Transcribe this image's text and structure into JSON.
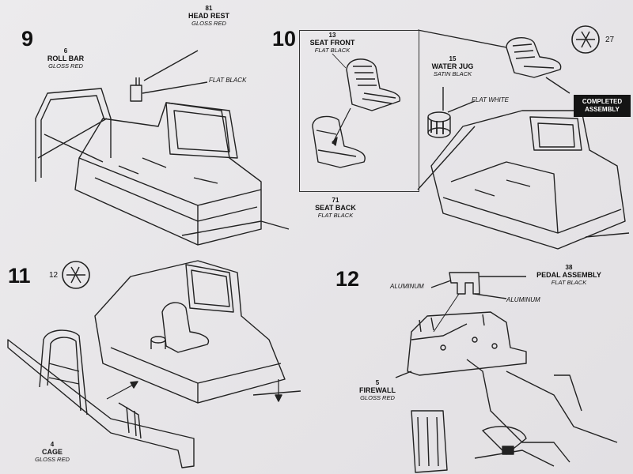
{
  "steps": {
    "s9": {
      "number": "9",
      "head_rest": {
        "num": "81",
        "name": "HEAD REST",
        "finish": "GLOSS RED"
      },
      "roll_bar": {
        "num": "6",
        "name": "ROLL BAR",
        "finish": "GLOSS RED"
      },
      "note": "FLAT BLACK"
    },
    "s10": {
      "number": "10",
      "seat_front": {
        "num": "13",
        "name": "SEAT FRONT",
        "finish": "FLAT BLACK"
      },
      "seat_back": {
        "num": "71",
        "name": "SEAT BACK",
        "finish": "FLAT BLACK"
      },
      "water_jug": {
        "num": "15",
        "name": "WATER JUG",
        "finish": "SATIN BLACK"
      },
      "note": "FLAT WHITE",
      "ref": "27",
      "completed": [
        "COMPLETED",
        "ASSEMBLY"
      ]
    },
    "s11": {
      "number": "11",
      "ref": "12",
      "cage": {
        "num": "4",
        "name": "CAGE",
        "finish": "GLOSS RED"
      }
    },
    "s12": {
      "number": "12",
      "pedal": {
        "num": "38",
        "name": "PEDAL ASSEMBLY",
        "finish": "FLAT BLACK"
      },
      "note_left": "ALUMINUM",
      "note_right": "ALUMINUM",
      "firewall": {
        "num": "5",
        "name": "FIREWALL",
        "finish": "GLOSS RED"
      }
    }
  },
  "colors": {
    "paper": "#e9e7e9",
    "ink": "#111111"
  }
}
